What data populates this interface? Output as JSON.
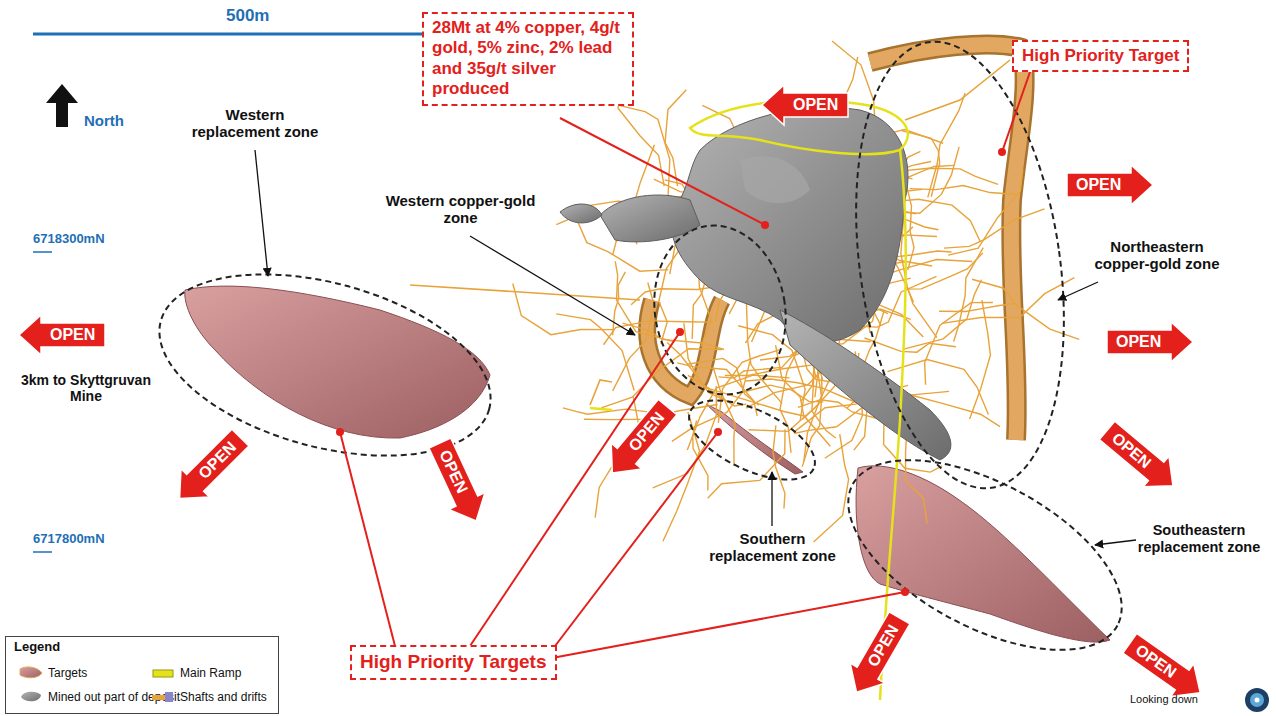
{
  "diagram": {
    "nodes": [
      {
        "text": [
          "28Mt at 4% copper, 4g/t gold, 5% zinc, 2% lead and 35g/t silver produced"
        ]
      },
      {
        "text": [
          "OPEN"
        ]
      },
      {
        "text": [
          "High Priority Target"
        ]
      },
      {
        "text": [
          "OPEN"
        ]
      },
      {
        "text": [
          "OPEN"
        ]
      },
      {
        "text": [
          "OPEN"
        ]
      },
      {
        "text": [
          "OPEN"
        ]
      },
      {
        "text": [
          "OPEN"
        ]
      },
      {
        "text": [
          "OPEN"
        ]
      },
      {
        "text": [
          "OPEN"
        ]
      },
      {
        "text": [
          "High Priority Targets"
        ]
      },
      {
        "text": [
          "OPEN"
        ]
      },
      {
        "text": [
          "OPEN"
        ]
      }
    ],
    "labels": [
      "500m",
      "North",
      "Western replacement zone",
      "6718300mN",
      "3km to Skyttgruvan Mine",
      "Western copper-gold zone",
      "Northeastern copper-gold zone",
      "6717800mN",
      "Southern replacement zone",
      "Southeastern replacement zone",
      "Legend",
      "Looking down"
    ],
    "legend": [
      {
        "text": "Targets"
      },
      {
        "text": "Main Ramp"
      },
      {
        "text": "Mined out part of deposit"
      },
      {
        "text": "Shafts and drifts"
      }
    ]
  }
}
